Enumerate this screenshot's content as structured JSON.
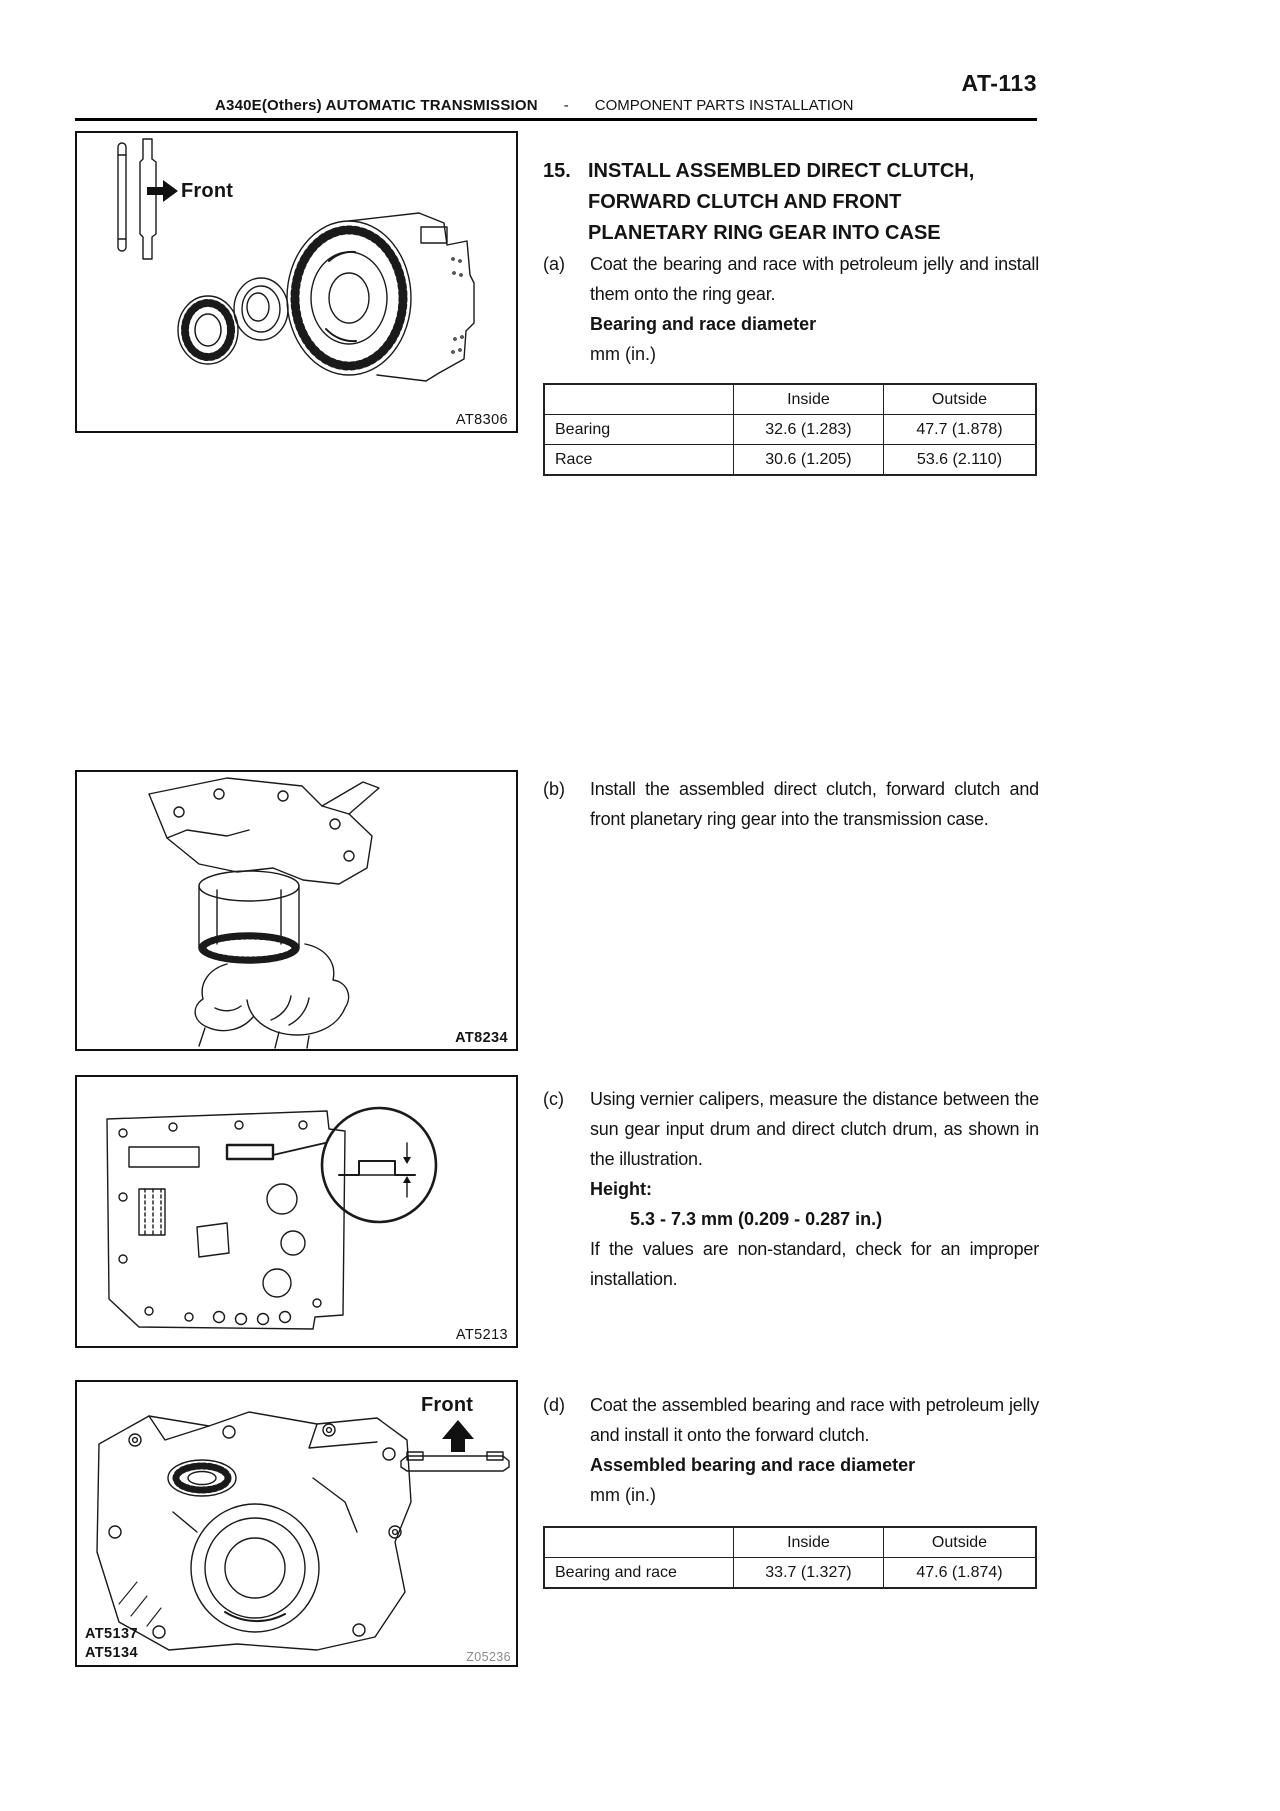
{
  "page": {
    "page_number": "AT-113",
    "header_left": "A340E(Others)  AUTOMATIC TRANSMISSION",
    "header_sep": "-",
    "header_right": "COMPONENT PARTS INSTALLATION"
  },
  "step15": {
    "number": "15.",
    "title": "INSTALL ASSEMBLED DIRECT CLUTCH, FORWARD CLUTCH AND FRONT PLANETARY RING GEAR INTO CASE"
  },
  "items": {
    "a": {
      "label": "(a)",
      "text": "Coat the bearing and race with petroleum jelly and install them onto the ring gear.",
      "spec_title": "Bearing and race diameter",
      "spec_unit": "mm (in.)"
    },
    "b": {
      "label": "(b)",
      "text": "Install the assembled direct clutch, forward clutch and front planetary ring gear into the transmission case."
    },
    "c": {
      "label": "(c)",
      "text": "Using vernier calipers, measure the distance between the sun gear input drum and direct clutch drum, as shown in the illustration.",
      "height_label": "Height:",
      "height_value": "5.3 - 7.3 mm (0.209 - 0.287 in.)",
      "note": "If the values are non-standard, check for an improper installation."
    },
    "d": {
      "label": "(d)",
      "text": "Coat the assembled bearing and race with petroleum jelly and install it onto the forward clutch.",
      "spec_title": "Assembled bearing and race diameter",
      "spec_unit": "mm (in.)"
    }
  },
  "tables": {
    "bearing_race": {
      "headers": [
        "",
        "Inside",
        "Outside"
      ],
      "rows": [
        {
          "cells": [
            "Bearing",
            "32.6 (1.283)",
            "47.7 (1.878)"
          ]
        },
        {
          "cells": [
            "Race",
            "30.6 (1.205)",
            "53.6 (2.110)"
          ]
        }
      ]
    },
    "assembled_bearing_race": {
      "headers": [
        "",
        "Inside",
        "Outside"
      ],
      "rows": [
        {
          "cells": [
            "Bearing and race",
            "33.7 (1.327)",
            "47.6 (1.874)"
          ]
        }
      ]
    }
  },
  "figures": {
    "fig1": {
      "front_label": "Front",
      "code": "AT8306"
    },
    "fig2": {
      "code": "AT8234"
    },
    "fig3": {
      "code": "AT5213"
    },
    "fig4": {
      "front_label": "Front",
      "code_left_1": "AT5137",
      "code_left_2": "AT5134",
      "code_right": "Z05236"
    }
  }
}
